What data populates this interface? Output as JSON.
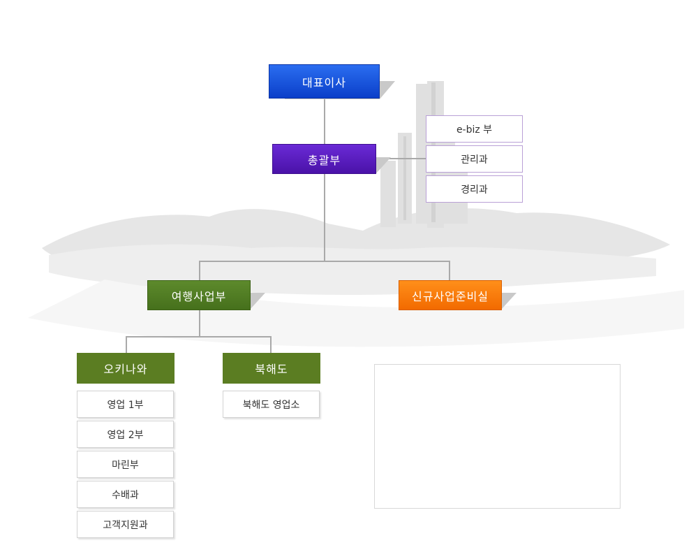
{
  "org": {
    "ceo": "대표이사",
    "general_affairs": "총괄부",
    "general_affairs_units": [
      "e-biz 부",
      "관리과",
      "경리과"
    ],
    "travel": "여행사업부",
    "new_business": "신규사업준비실",
    "okinawa": "오키나와",
    "okinawa_units": [
      "영업 1부",
      "영업 2부",
      "마린부",
      "수배과",
      "고객지원과"
    ],
    "hokkaido": "북해도",
    "hokkaido_units": [
      "북해도 영업소"
    ]
  },
  "colors": {
    "ceo": "#1a55dd",
    "general_affairs": "#5a1cbf",
    "travel": "#527e24",
    "new_business": "#f57a0a",
    "branch": "#5b7d22"
  }
}
